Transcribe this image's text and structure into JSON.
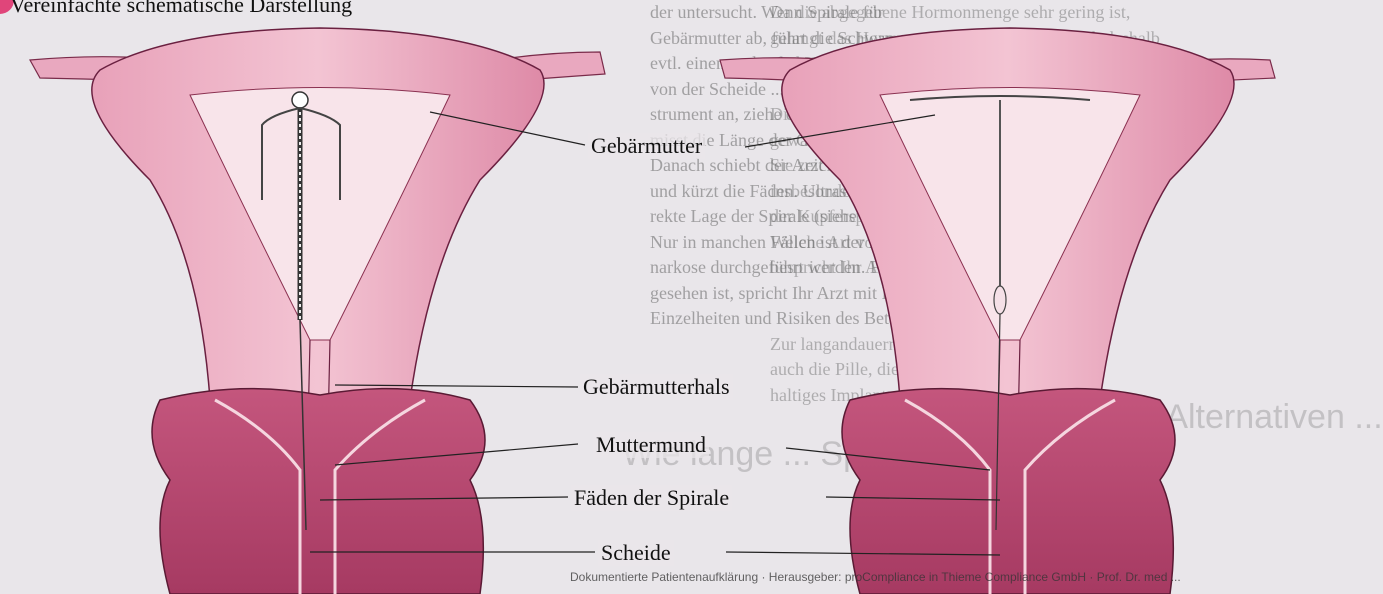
{
  "caption": "Vereinfachte schematische Darstellung",
  "labels": {
    "uterus": "Gebärmutter",
    "cervix": "Gebärmutterhals",
    "os": "Muttermund",
    "threads": "Fäden der Spirale",
    "vagina": "Scheide"
  },
  "background_text": {
    "middle": "der untersucht. Wenn Spirale für\nGebärmutter ab, führt die Schwangerschaftsuntersuchung und\nevtl. einen ... durch ... Abstrich\nvon der Scheide ... Spirale mit einem In-\nstrument an, ziehe die Spirale ... nach unten und\nmisst die Länge der Gebärmutter mit einer Sonde.\nDanach schiebt der Arzt die Spirale in die Gebärmutter\nund kürzt die Fäden. Ultraschall überprüft er die kor-\nrekte Lage der Spirale (siehe Liste).\nNur in manchen Fällen ist der Eingriff im Kurz-\nnarkose durchgeführt werden. Falls dies bei Ihnen vor-\ngesehen ist, spricht Ihr Arzt mit Ihnen gesondert über die\nEinzelheiten und Risiken des Betäubungsverfahrens.",
    "right": "Da die abgegebene Hormonmenge sehr gering ist,\ngelangt das Hormon ... hauptsächlich lokal. ... deshalb\nsind Hormonmangel...\n\nDie Spirale ist neben der Pille die am häufigsten an-\ngewandte Methode zur Empfängnisverhütung.\nSie zeichnet sich durch ihre Zuverlässigkeit aus -\ninsbesondere die Hormonspirale. Ihre Wirksamkeit\nder Kupferspirale ist ähnlich.\nWelche Art von Spirale ... zu empfehlen ist,\nbespricht Ihr Arzt mit Ihnen.\n\n\nZur langandauernden Verhütung kommen\nauch die Pille, die ... oder ein ...\nhaltiges Implantat in ... Familien-"
  },
  "ghost_headings": {
    "left": "Wie lange ... Spirale?",
    "right": "Welche Alternativen ..."
  },
  "footer": "Dokumentierte Patientenaufklärung · Herausgeber: proCompliance in Thieme Compliance GmbH · Prof. Dr. med ..."
}
